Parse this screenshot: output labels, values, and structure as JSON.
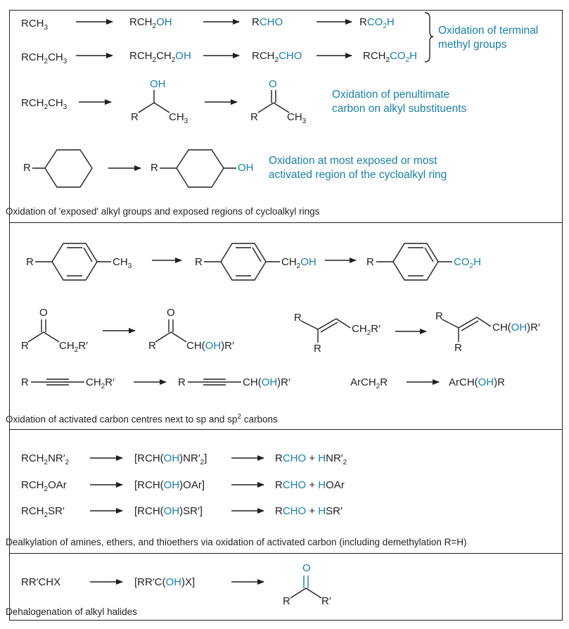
{
  "notes": {
    "terminal": "Oxidation of terminal\nmethyl groups",
    "penultimate": "Oxidation of penultimate\ncarbon on alkyl substituents",
    "cycloalkyl": "Oxidation at most exposed or most\nactivated region of the cycloalkyl ring"
  },
  "captions": {
    "panel1": "Oxidation of 'exposed' alkyl groups and exposed regions of cycloalkyl rings",
    "panel2_main": "Oxidation of activated carbon centres next to sp and sp",
    "panel2_sup": "2",
    "panel2_tail": " carbons",
    "panel3": "Dealkylation of amines, ethers, and thioethers via oxidation of activated carbon (including demethylation R=H)",
    "panel4": "Dehalogenation of alkyl halides"
  },
  "atoms": {
    "R": "R",
    "R_prime": "R′",
    "OH": "OH",
    "O": "O",
    "CH3": "CH",
    "CH3_sub": "3",
    "CH2OH_a": "CH",
    "CH2OH_sub": "2",
    "CH2OH_b": "OH",
    "CO2H_a": "CO",
    "CO2H_sub": "2",
    "CO2H_b": "H",
    "CH2R_a": "CH",
    "CH2R_sub": "2",
    "CH2R_b": "R′",
    "CHOHR_a": "CH(",
    "CHOHR_oh": "OH",
    "CHOHR_b": ")R′",
    "ArCH2R_a": "ArCH",
    "ArCH2R_sub": "2",
    "ArCH2R_b": "R",
    "ArCHOHR_a": "ArCH(",
    "ArCHOHR_oh": "OH",
    "ArCHOHR_b": ")R"
  }
}
